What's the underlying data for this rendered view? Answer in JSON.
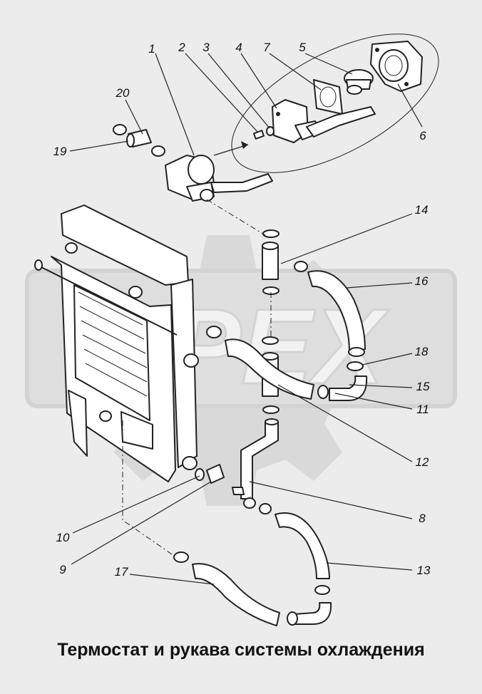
{
  "diagram": {
    "caption": "Термостат и рукава системы охлаждения",
    "watermark_text": "OPEX",
    "colors": {
      "background": "#ececec",
      "line": "#222222",
      "watermark": "#d4d4d4"
    },
    "callouts": [
      {
        "id": "1",
        "label": "1"
      },
      {
        "id": "2",
        "label": "2"
      },
      {
        "id": "3",
        "label": "3"
      },
      {
        "id": "4",
        "label": "4"
      },
      {
        "id": "7",
        "label": "7"
      },
      {
        "id": "5",
        "label": "5"
      },
      {
        "id": "6",
        "label": "6"
      },
      {
        "id": "20",
        "label": "20"
      },
      {
        "id": "19",
        "label": "19"
      },
      {
        "id": "14",
        "label": "14"
      },
      {
        "id": "16",
        "label": "16"
      },
      {
        "id": "18",
        "label": "18"
      },
      {
        "id": "15",
        "label": "15"
      },
      {
        "id": "11",
        "label": "11"
      },
      {
        "id": "12",
        "label": "12"
      },
      {
        "id": "8",
        "label": "8"
      },
      {
        "id": "10",
        "label": "10"
      },
      {
        "id": "9",
        "label": "9"
      },
      {
        "id": "17",
        "label": "17"
      },
      {
        "id": "13",
        "label": "13"
      }
    ]
  }
}
